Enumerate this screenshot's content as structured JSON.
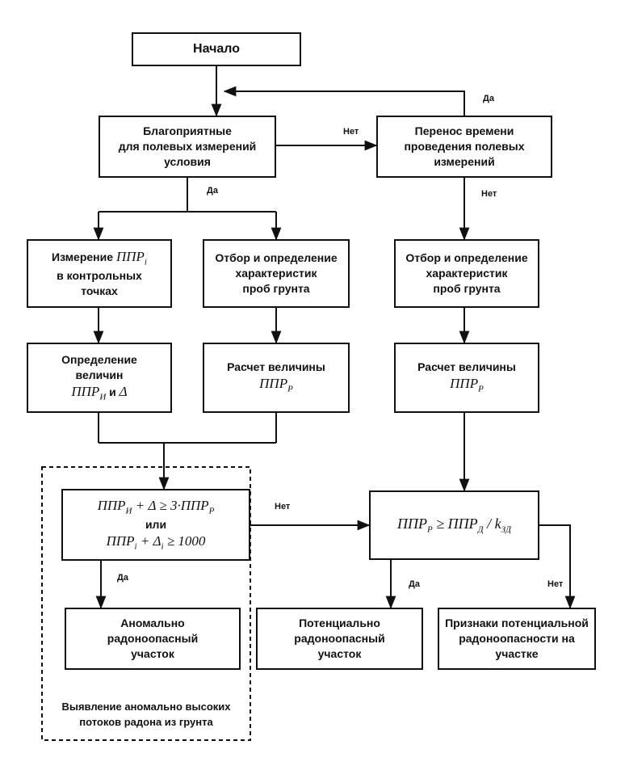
{
  "nodes": {
    "start": "Начало",
    "favorable": [
      "Благоприятные",
      "для полевых измерений",
      "условия"
    ],
    "postpone": [
      "Перенос времени",
      "проведения полевых",
      "измерений"
    ],
    "measure": {
      "line1": "Измерение",
      "formula": "ППР",
      "sub": "i",
      "line2": "в контрольных",
      "line3": "точках"
    },
    "sampling_left": [
      "Отбор и определение",
      "характеристик",
      "проб грунта"
    ],
    "sampling_right": [
      "Отбор и определение",
      "характеристик",
      "проб грунта"
    ],
    "determine": {
      "line1": "Определение",
      "line2": "величин",
      "f1": "ППР",
      "f1_sub": "И",
      "and": "и",
      "f2": "Δ"
    },
    "calc_left": {
      "line1": "Расчет величины",
      "formula": "ППР",
      "sub": "Р"
    },
    "calc_right": {
      "line1": "Расчет величины",
      "formula": "ППР",
      "sub": "Р"
    },
    "condition_left": {
      "row1": "ППР<sub>И</sub> + Δ ≥ 3·ППР<sub>Р</sub>",
      "or": "или",
      "row2": "ППР<sub>i</sub> + Δ<sub>i</sub> ≥ 1000"
    },
    "condition_right": {
      "row": "ППР<sub>Р</sub> ≥ ППР<sub>Д</sub> / k<sub>ЗД</sub>"
    },
    "anomalous": [
      "Аномально",
      "радоноопасный",
      "участок"
    ],
    "potential": [
      "Потенциально",
      "радоноопасный",
      "участок"
    ],
    "signs": [
      "Признаки потенциальной",
      "радоноопасности на",
      "участке"
    ]
  },
  "labels": {
    "yes_top": "Да",
    "no_postpone": "Нет",
    "yes_favorable": "Да",
    "no_postpone_down": "Нет",
    "no_condition": "Нет",
    "yes_condition": "Да",
    "yes_potential": "Да",
    "no_signs": "Нет"
  },
  "dashed_group_note": [
    "Выявление аномально высоких",
    "потоков радона из грунта"
  ]
}
